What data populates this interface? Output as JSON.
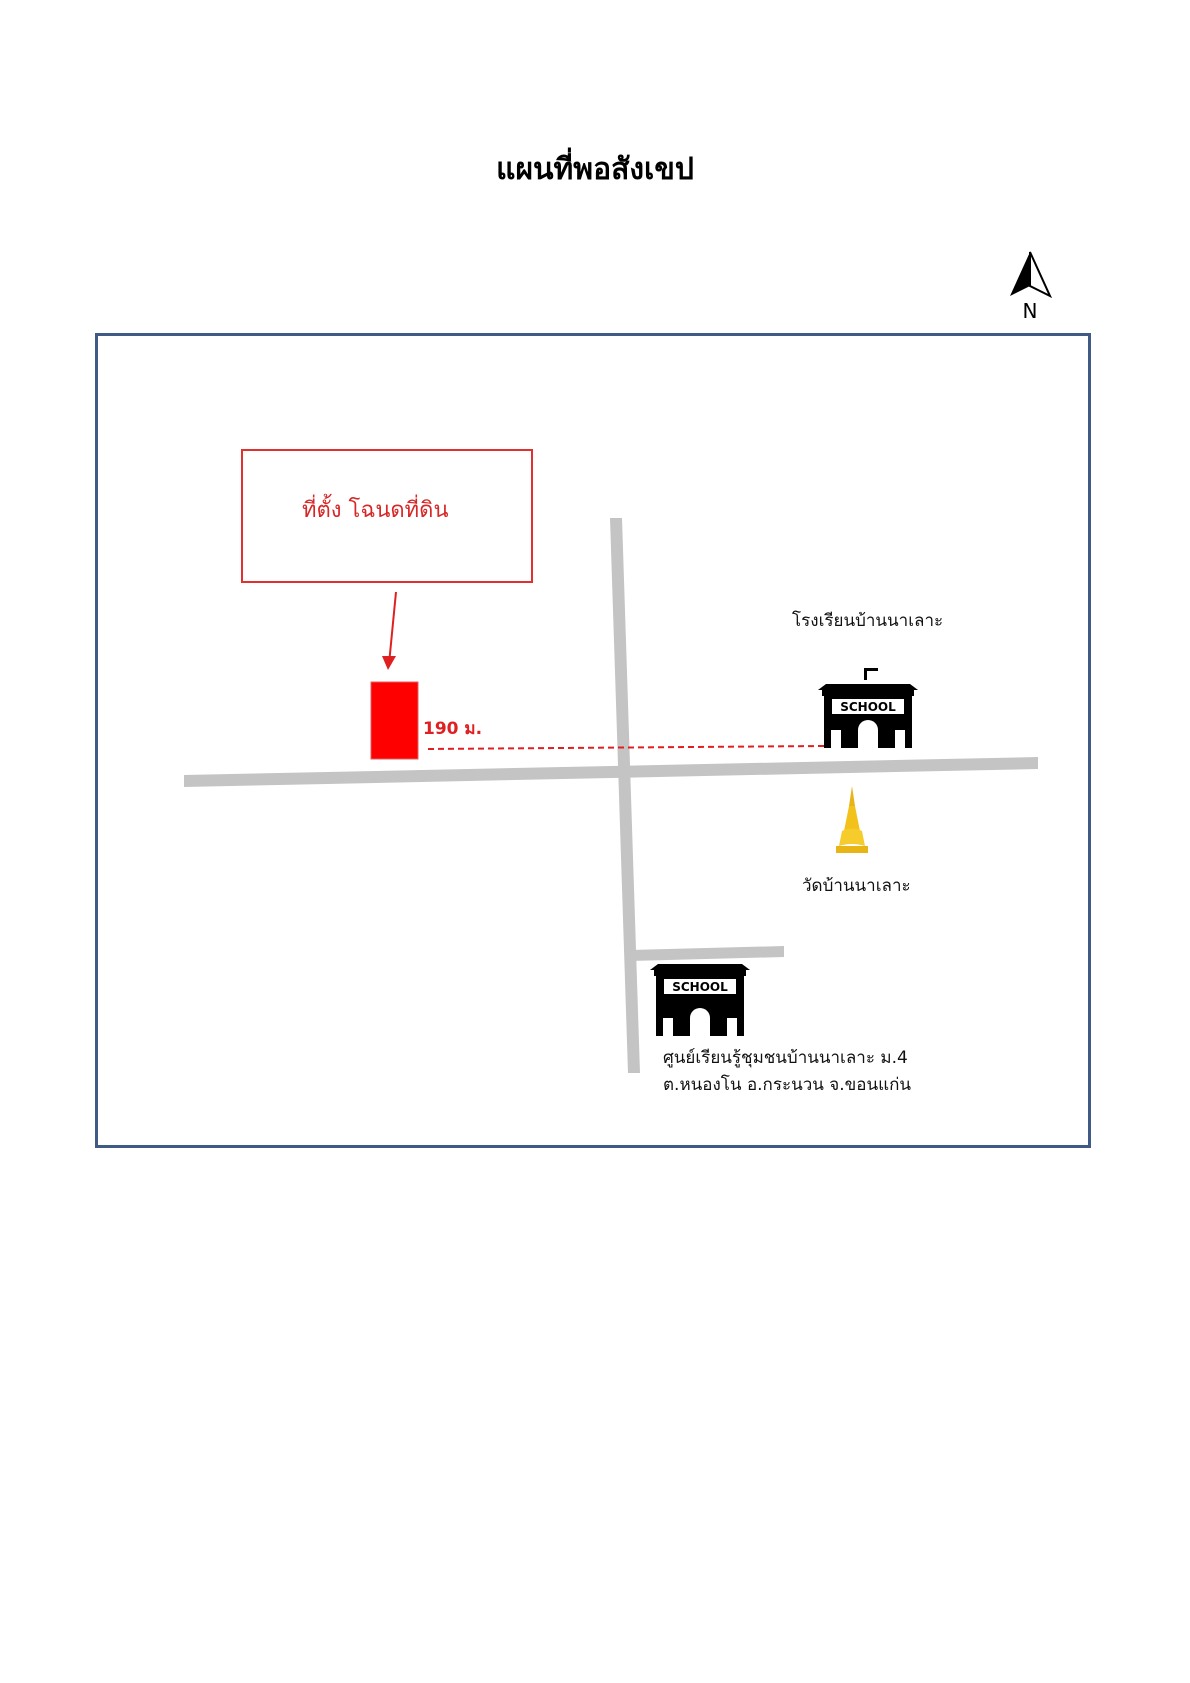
{
  "title": "แผนที่พอสังเขป",
  "north_label": "N",
  "callout": {
    "label": "ที่ตั้ง โฉนดที่ดิน"
  },
  "distance_label": "190 ม.",
  "places": {
    "school_top": {
      "name": "โรงเรียนบ้านนาเลาะ",
      "sign": "SCHOOL"
    },
    "temple": {
      "name": "วัดบ้านนาเลาะ"
    },
    "school_bottom": {
      "name_line1": "ศูนย์เรียนรู้ชุมชนบ้านนาเลาะ ม.4",
      "name_line2": "ต.หนองโน อ.กระนวน จ.ขอนแก่น",
      "sign": "SCHOOL"
    }
  },
  "colors": {
    "frame": "#3f5b85",
    "road": "#c4c4c4",
    "land_plot": "#ff0000",
    "callout": "#e03030",
    "temple": "#f2c21b"
  },
  "icons": [
    "north-arrow-icon",
    "school-icon",
    "stupa-icon"
  ]
}
